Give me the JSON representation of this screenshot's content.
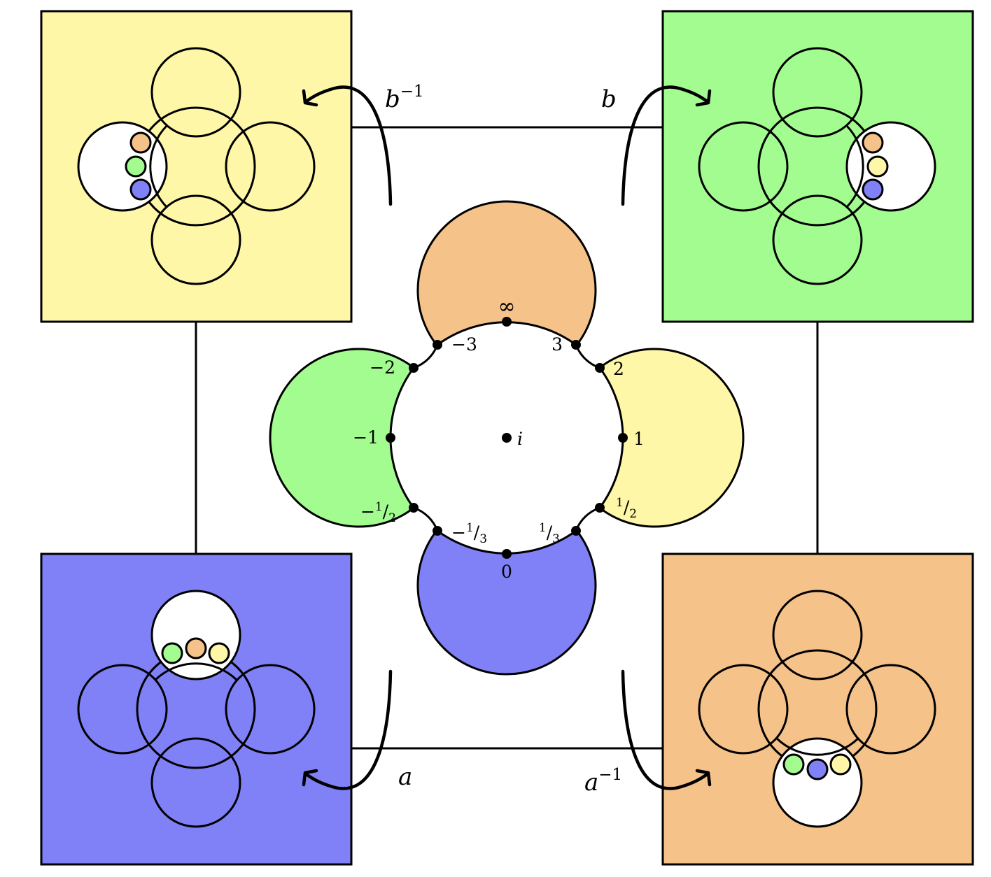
{
  "colors": {
    "yellow": "#fff7a8",
    "green": "#a2fc90",
    "blue": "#8080f7",
    "orange": "#f5c28a",
    "white": "#ffffff",
    "stroke": "#000000"
  },
  "generators": {
    "b_inv": {
      "base": "b",
      "sup": "−1"
    },
    "b": {
      "base": "b",
      "sup": ""
    },
    "a": {
      "base": "a",
      "sup": ""
    },
    "a_inv": {
      "base": "a",
      "sup": "−1"
    }
  },
  "points": {
    "infinity": "∞",
    "neg3": "−3",
    "pos3": "3",
    "neg2": "−2",
    "pos2": "2",
    "neg1": "−1",
    "pos1": "1",
    "i": "i",
    "zero": "0",
    "neg_half": {
      "sign": "−",
      "num": "1",
      "den": "2"
    },
    "pos_half": {
      "sign": "",
      "num": "1",
      "den": "2"
    },
    "neg_third": {
      "sign": "−",
      "num": "1",
      "den": "3"
    },
    "pos_third": {
      "sign": "",
      "num": "1",
      "den": "3"
    }
  }
}
